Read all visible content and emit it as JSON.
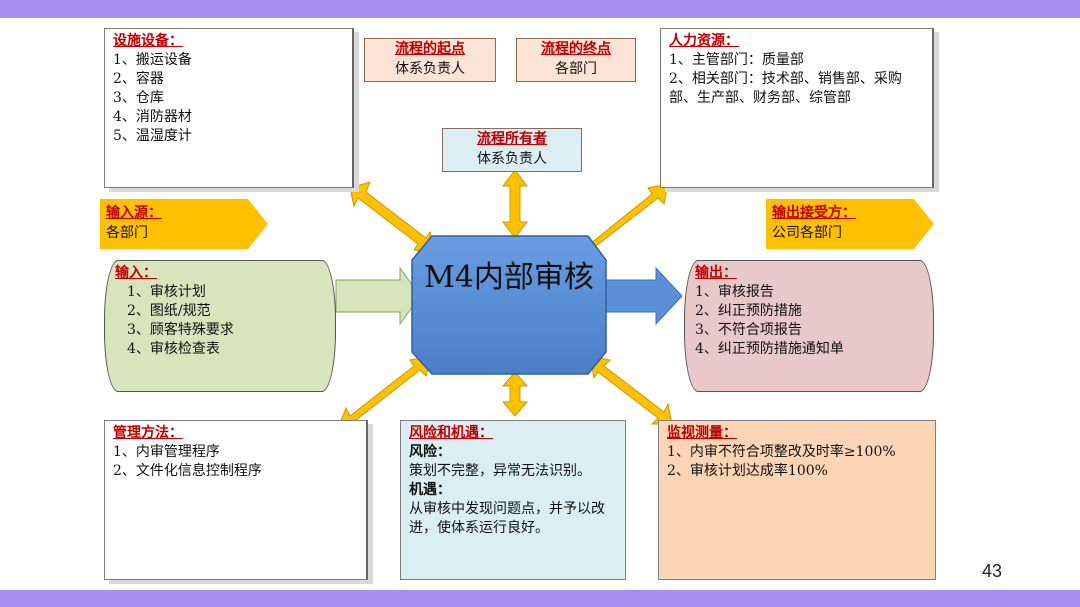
{
  "page_number": "43",
  "center": {
    "label": "M4内部审核"
  },
  "facilities": {
    "title": "设施设备：",
    "items": [
      "1、搬运设备",
      "2、容器",
      "3、仓库",
      "4、消防器材",
      "5、温湿度计"
    ]
  },
  "process_start": {
    "title": "流程的起点",
    "value": "体系负责人"
  },
  "process_end": {
    "title": "流程的终点",
    "value": "各部门"
  },
  "process_owner": {
    "title": "流程所有者",
    "value": "体系负责人"
  },
  "human_resources": {
    "title": "人力资源：",
    "items": [
      "1、主管部门：质量部",
      "2、相关部门：技术部、销售部、采购部、生产部、财务部、综管部"
    ]
  },
  "input_source": {
    "title": "输入源：",
    "value": "各部门"
  },
  "output_receiver": {
    "title": "输出接受方：",
    "value": "公司各部门"
  },
  "inputs": {
    "title": "输入：",
    "items": [
      "1、审核计划",
      "2、图纸/规范",
      "3、顾客特殊要求",
      "4、审核检查表"
    ]
  },
  "outputs": {
    "title": "输出：",
    "items": [
      "1、审核报告",
      "2、纠正预防措施",
      "3、不符合项报告",
      "4、纠正预防措施通知单"
    ]
  },
  "management": {
    "title": "管理方法：",
    "items": [
      "1、内审管理程序",
      "2、文件化信息控制程序"
    ]
  },
  "risk": {
    "title": "风险和机遇：",
    "risk_label": "风险：",
    "risk_text": "策划不完整，异常无法识别。",
    "opp_label": "机遇：",
    "opp_text": "从审核中发现问题点，并予以改进，使体系运行良好。"
  },
  "monitoring": {
    "title": "监视测量：",
    "items": [
      "1、内审不符合项整改及时率≥100%",
      "2、审核计划达成率100%"
    ]
  },
  "colors": {
    "band": "#a58ef0",
    "center_fill": "#5b8fd6",
    "arrow_fill": "#ffc000",
    "input_fill": "#d7e4bc",
    "output_fill": "#e8c8c8",
    "risk_fill": "#dbeef4",
    "monitor_fill": "#fbd5b5",
    "title_red": "#c00000"
  }
}
